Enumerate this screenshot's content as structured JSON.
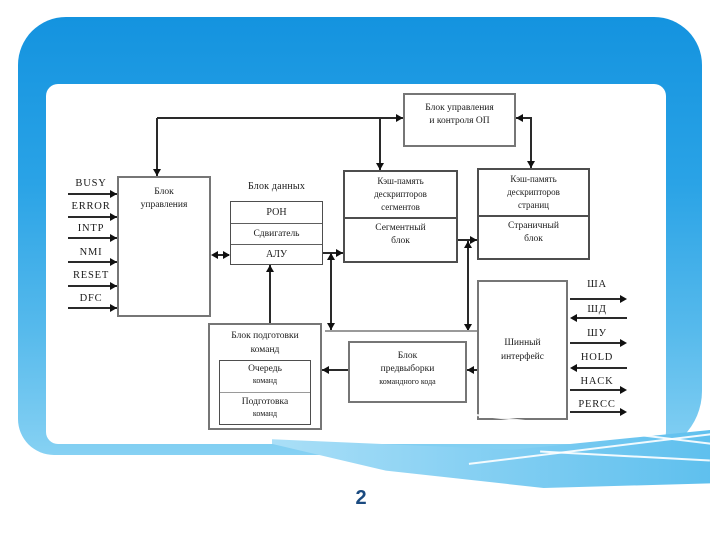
{
  "slide": {
    "page_number": "2"
  },
  "colors": {
    "frame_top": "#1493df",
    "frame_bottom": "#86d1f3",
    "swoosh": "#7fcdf2",
    "page_number": "#1a4a80",
    "box_border": "#767676",
    "line": "#2a2a2a"
  },
  "diagram": {
    "memory_control_box": {
      "line1": "Блок управления",
      "line2": "и контроля ОП"
    },
    "control_box": {
      "line1": "Блок",
      "line2": "управления"
    },
    "data_block": {
      "label": "Блок данных",
      "rows": [
        "РОН",
        "Сдвигатель",
        "АЛУ"
      ]
    },
    "segment_cache": {
      "line1": "Кэш-память",
      "line2": "дескрипторов",
      "line3": "сегментов",
      "sub1": "Сегментный",
      "sub2": "блок"
    },
    "page_cache": {
      "line1": "Кэш-память",
      "line2": "дескрипторов",
      "line3": "страниц",
      "sub1": "Страничный",
      "sub2": "блок"
    },
    "bus_interface": {
      "line1": "Шинный",
      "line2": "интерфейс"
    },
    "instruction_prep": {
      "title1": "Блок подготовки",
      "title2": "команд",
      "queue1": "Очередь",
      "queue2": "команд",
      "prep1": "Подготовка",
      "prep2": "команд"
    },
    "prefetch": {
      "line1": "Блок",
      "line2": "предвыборки",
      "line3": "командного кода"
    },
    "left_signals": [
      "BUSY",
      "ERROR",
      "INTP",
      "NMI",
      "RESET",
      "DFC"
    ],
    "right_signals": [
      "ША",
      "ШД",
      "ШУ",
      "HOLD",
      "HACK",
      "PERCC"
    ]
  }
}
